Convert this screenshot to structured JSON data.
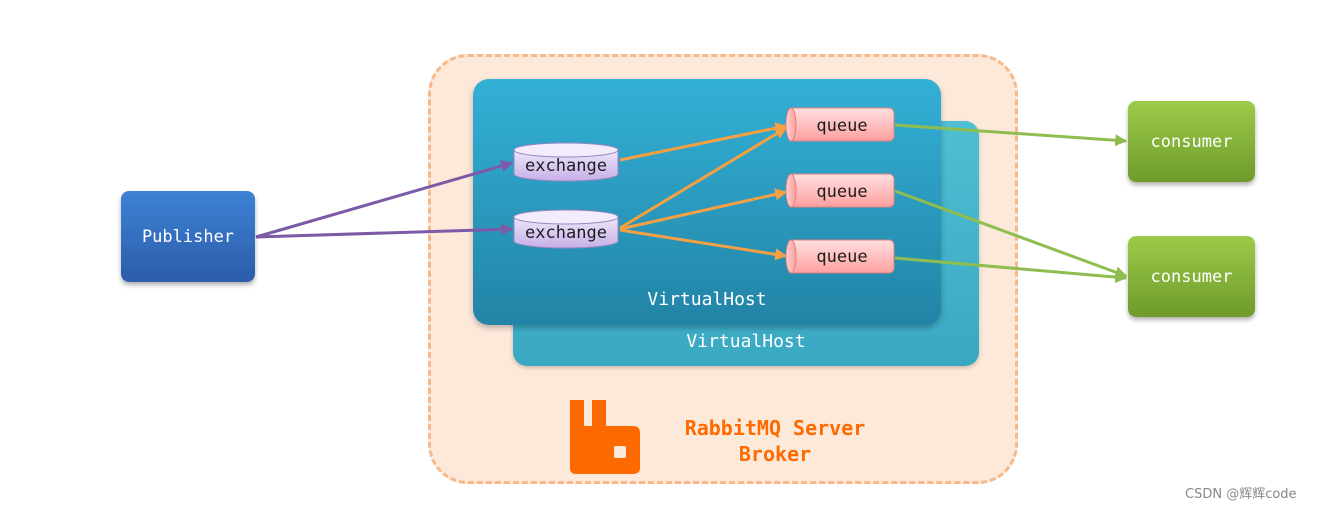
{
  "publisher": {
    "label": "Publisher"
  },
  "exchanges": [
    {
      "label": "exchange"
    },
    {
      "label": "exchange"
    }
  ],
  "queues": [
    {
      "label": "queue"
    },
    {
      "label": "queue"
    },
    {
      "label": "queue"
    }
  ],
  "consumers": [
    {
      "label": "consumer"
    },
    {
      "label": "consumer"
    }
  ],
  "virtual_hosts": [
    {
      "label": "VirtualHost"
    },
    {
      "label": "VirtualHost"
    }
  ],
  "broker": {
    "title": "RabbitMQ Server",
    "subtitle": "Broker",
    "logo_icon": "rabbitmq-logo-icon"
  },
  "watermark": "CSDN @辉辉code",
  "colors": {
    "broker_bg": "#fde9da",
    "broker_border": "#f5b98c",
    "vhost": "#2a9cc4",
    "publisher": "#3569bd",
    "consumer": "#82b23a",
    "exchange_fill": "#d9c8f0",
    "queue_fill": "#ffc4c4",
    "arrow_publish": "#7b5aa6",
    "arrow_route": "#f5a042",
    "arrow_consume": "#8fbd4f",
    "brand": "#ff6a00"
  }
}
